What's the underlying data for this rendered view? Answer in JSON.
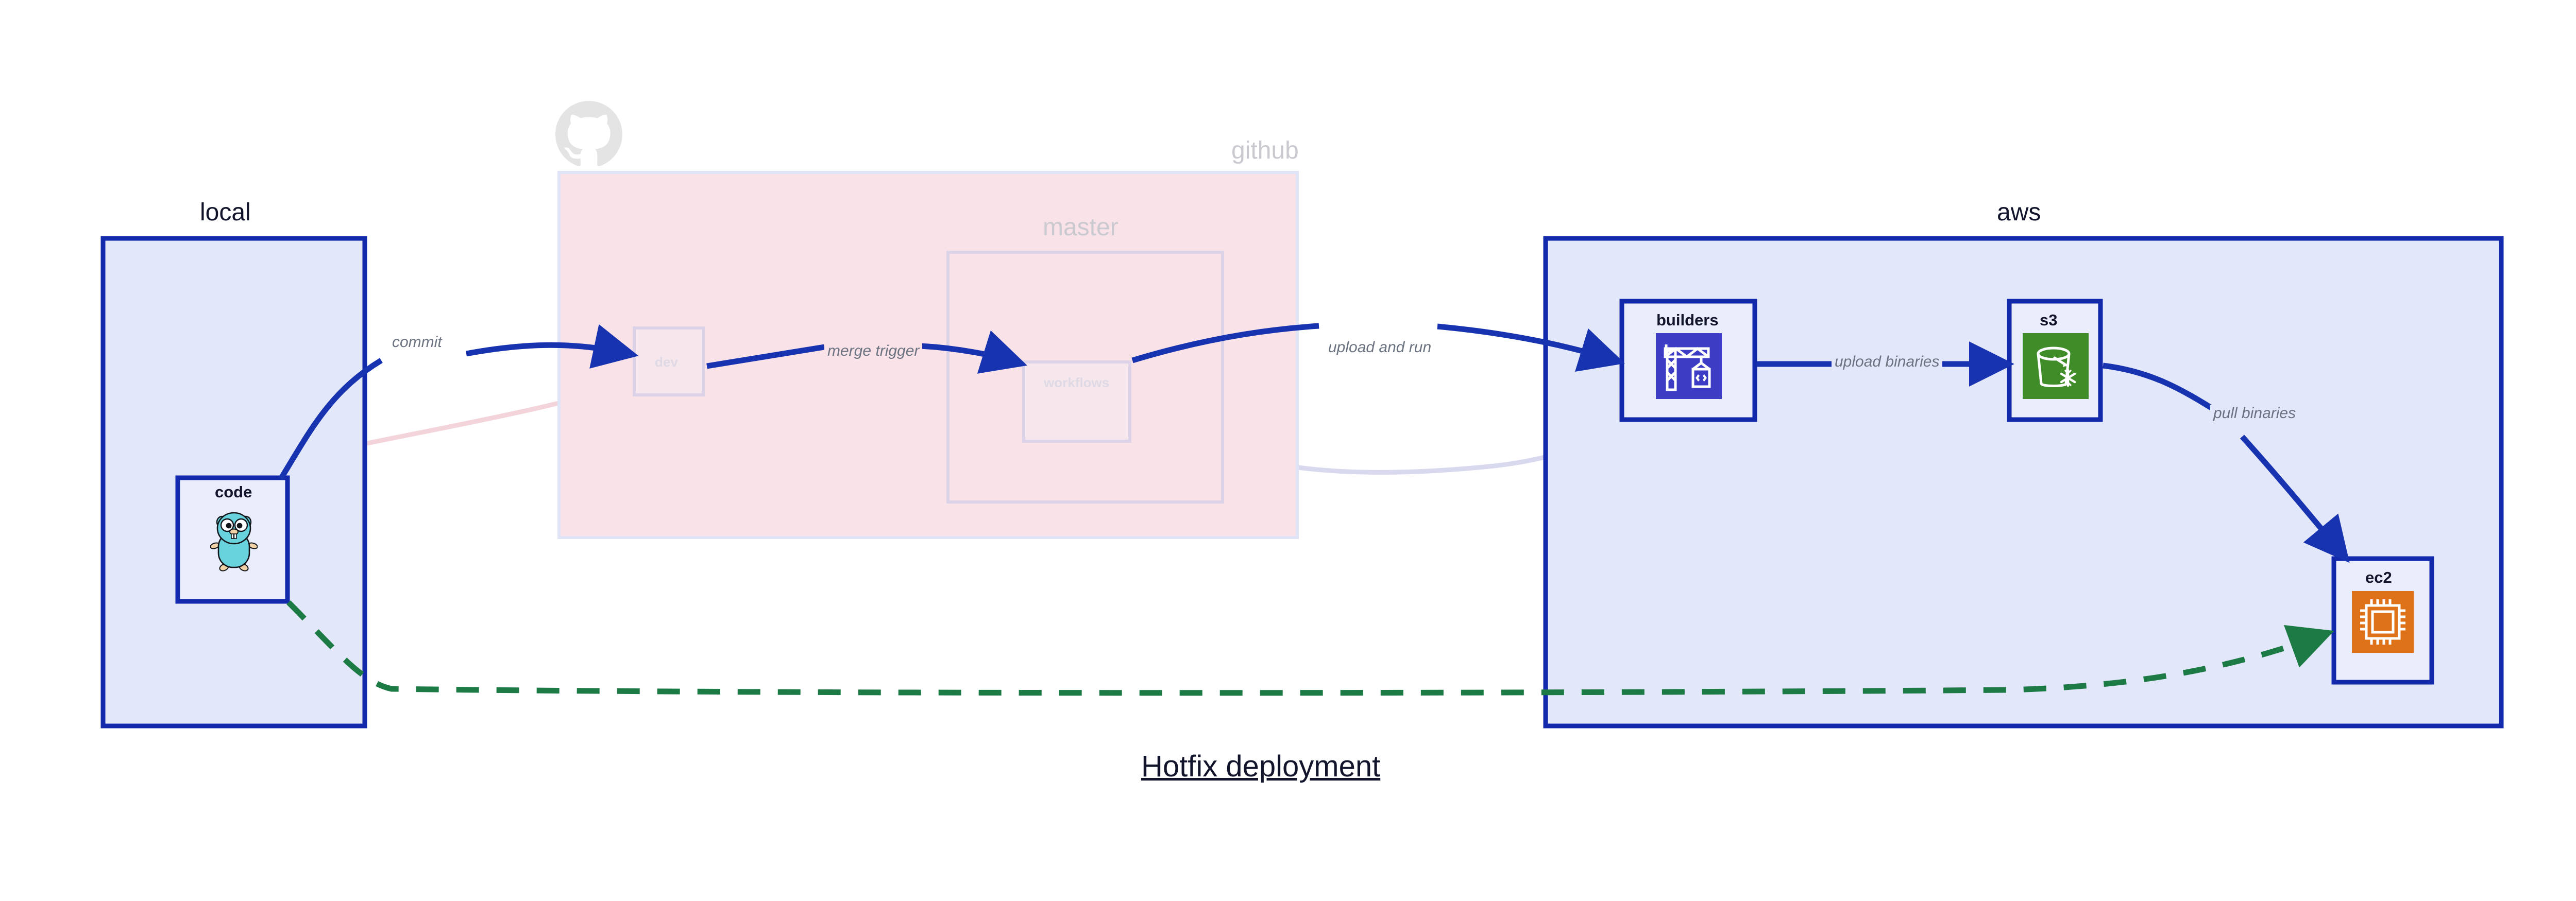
{
  "title": "Hotfix deployment",
  "colors": {
    "blue_border": "#1229ab",
    "blue_fill": "#e3e7fa",
    "pink_fill": "#f9e2e8",
    "pink_border": "#dcd3e8",
    "edge_blue": "#1733b0",
    "edge_green": "#1c7a45",
    "label_gray": "#6b7280",
    "faded_gray": "#ded9e4",
    "codebuild_blue": "#3c3cc4",
    "s3_green": "#3f8c29",
    "ec2_orange": "#dd7218",
    "gopher_cyan": "#69d3dd",
    "octocat_gray": "#e4e4e4"
  },
  "groups": [
    {
      "id": "local",
      "label": "local",
      "faded": false
    },
    {
      "id": "github",
      "label": "github",
      "faded": true
    },
    {
      "id": "master",
      "label": "master",
      "faded": true
    },
    {
      "id": "aws",
      "label": "aws",
      "faded": false
    }
  ],
  "nodes": [
    {
      "id": "code",
      "label": "code",
      "icon": "go-gopher-icon",
      "faded": false
    },
    {
      "id": "dev",
      "label": "dev",
      "icon": "none",
      "faded": true
    },
    {
      "id": "workflows",
      "label": "workflows",
      "icon": "none",
      "faded": true
    },
    {
      "id": "builders",
      "label": "builders",
      "icon": "aws-codebuild-icon",
      "faded": false
    },
    {
      "id": "s3",
      "label": "s3",
      "icon": "aws-s3-glacier-icon",
      "faded": false
    },
    {
      "id": "ec2",
      "label": "ec2",
      "icon": "aws-ec2-chip-icon",
      "faded": false
    }
  ],
  "edges": [
    {
      "id": "commit",
      "label": "commit",
      "from": "code",
      "to": "dev",
      "style": "solid",
      "color": "#1733b0"
    },
    {
      "id": "merge-trigger",
      "label": "merge trigger",
      "from": "dev",
      "to": "workflows",
      "style": "solid",
      "color": "#1733b0"
    },
    {
      "id": "upload-and-run",
      "label": "upload and run",
      "from": "workflows",
      "to": "builders",
      "style": "solid",
      "color": "#1733b0"
    },
    {
      "id": "upload-binaries",
      "label": "upload binaries",
      "from": "builders",
      "to": "s3",
      "style": "solid",
      "color": "#1733b0"
    },
    {
      "id": "pull-binaries",
      "label": "pull binaries",
      "from": "s3",
      "to": "ec2",
      "style": "solid",
      "color": "#1733b0"
    },
    {
      "id": "hotfix-direct",
      "label": "",
      "from": "code",
      "to": "ec2",
      "style": "dashed",
      "color": "#1c7a45"
    }
  ]
}
